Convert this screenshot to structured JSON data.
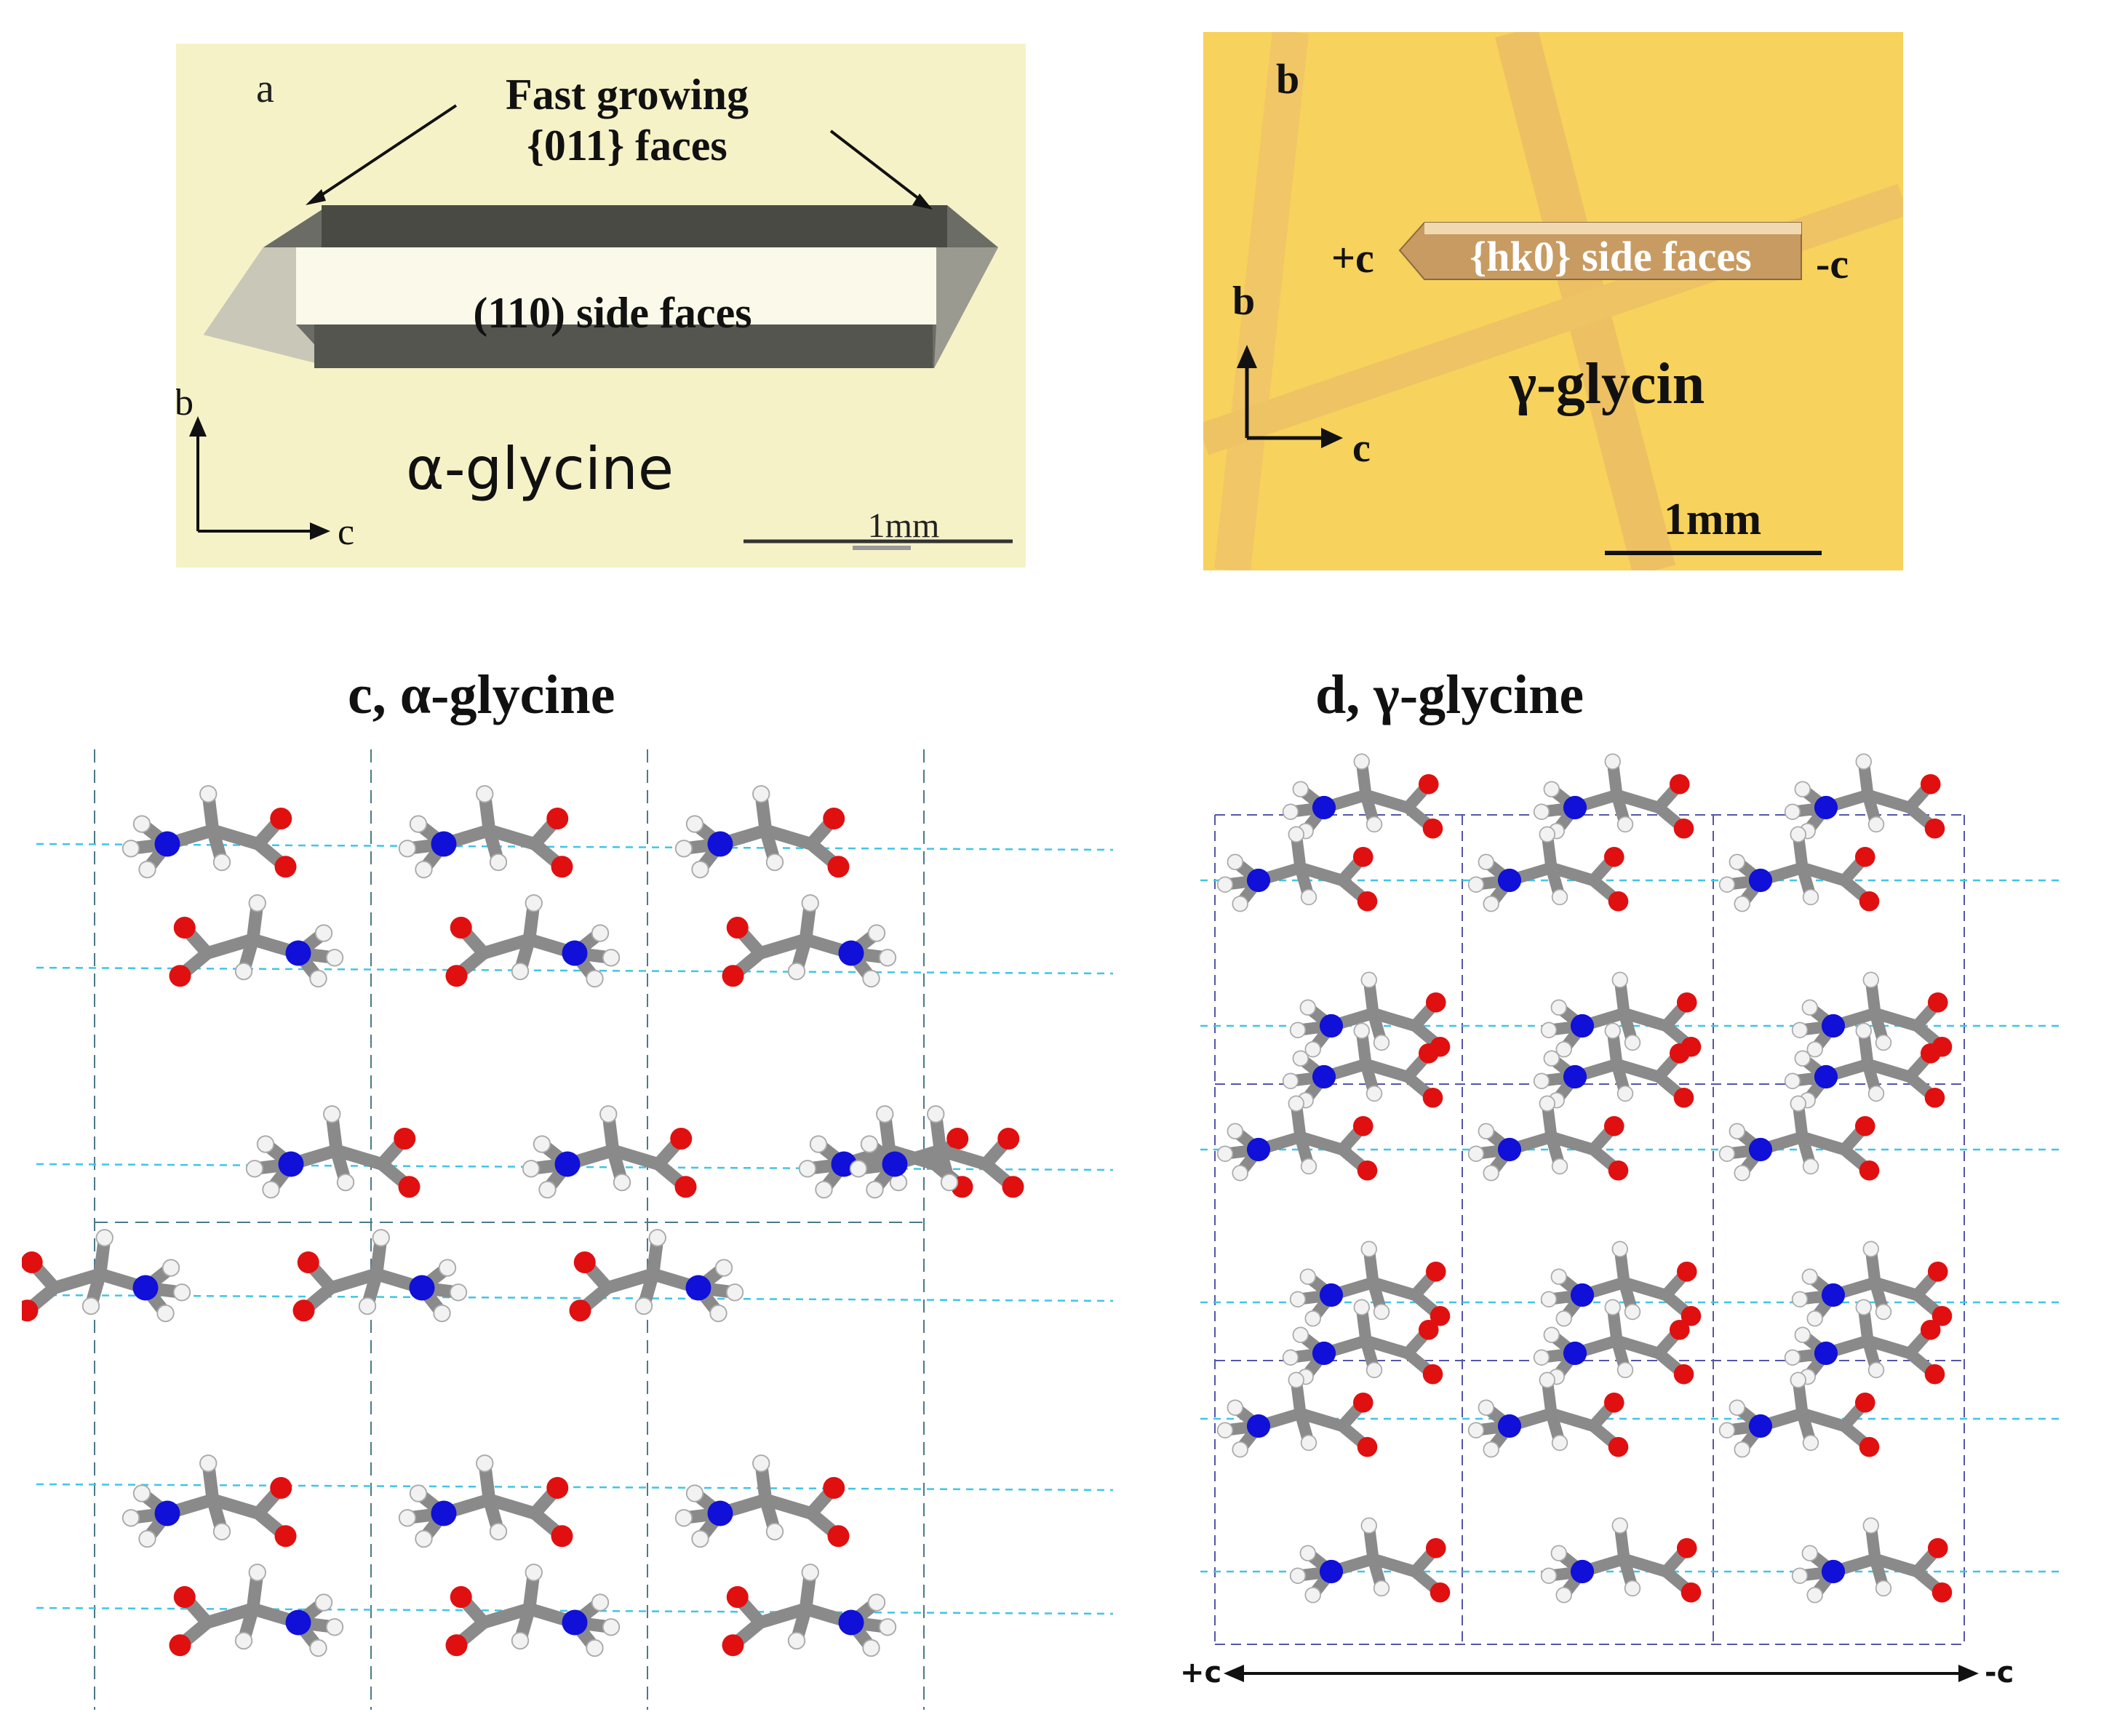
{
  "panel_a": {
    "label": "a",
    "annotation_line1": "Fast growing",
    "annotation_line2": "{011} faces",
    "side_label": "(110) side faces",
    "name": "α-glycine",
    "axis_b": "b",
    "axis_c": "c",
    "scale": "1mm",
    "colors": {
      "background": "#f5f2c8",
      "crystal_dark": "#5a5a55",
      "crystal_light": "#fbfaea"
    }
  },
  "panel_b": {
    "label": "b",
    "plus_c": "+c",
    "minus_c": "-c",
    "side_label": "{hk0} side faces",
    "name": "γ-glycin",
    "axis_b": "b",
    "axis_c": "c",
    "scale": "1mm",
    "colors": {
      "background": "#f7d25c",
      "crystal": "#c79a63"
    }
  },
  "panel_c": {
    "title": "c, α-glycine",
    "colors": {
      "carbon": "#8a8a8a",
      "oxygen": "#e01010",
      "nitrogen": "#1010d8",
      "hydrogen": "#f2f2f2",
      "hbond": "#3ec6e6",
      "cell": "#4a7a8a"
    }
  },
  "panel_d": {
    "title": "d, γ-glycine",
    "plus_c": "+c",
    "minus_c": "-c",
    "colors": {
      "carbon": "#8a8a8a",
      "oxygen": "#e01010",
      "nitrogen": "#1010d8",
      "hydrogen": "#f2f2f2",
      "hbond": "#3ec6e6",
      "cell": "#5555aa"
    }
  }
}
